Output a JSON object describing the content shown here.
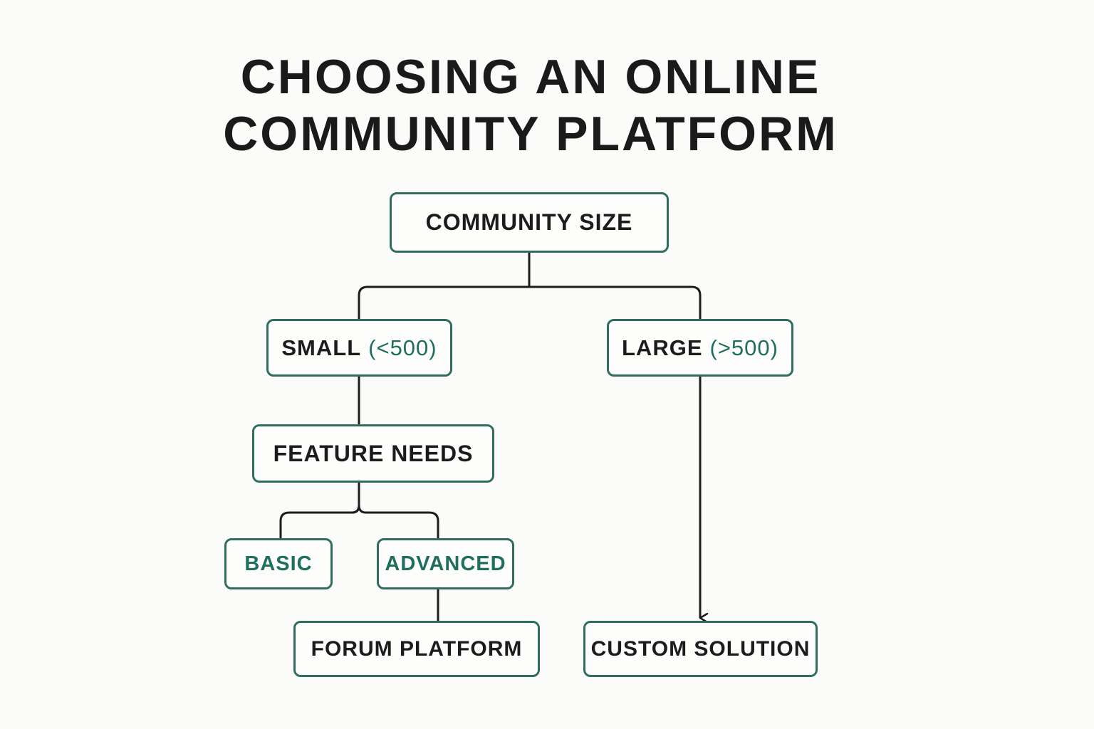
{
  "title": {
    "line1": "CHOOSING AN ONLINE",
    "line2": "COMMUNITY PLATFORM"
  },
  "nodes": {
    "root": "COMMUNITY SIZE",
    "small": {
      "label": "SMALL",
      "qualifier": "(<500)"
    },
    "large": {
      "label": "LARGE",
      "qualifier": "(>500)"
    },
    "feature_needs": "FEATURE NEEDS",
    "basic": "BASIC",
    "advanced": "ADVANCED",
    "forum_platform": "FORUM PLATFORM",
    "custom_solution": "CUSTOM SOLUTION"
  },
  "edges": [
    {
      "from": "root",
      "to": "small"
    },
    {
      "from": "root",
      "to": "large"
    },
    {
      "from": "small",
      "to": "feature_needs"
    },
    {
      "from": "feature_needs",
      "to": "basic"
    },
    {
      "from": "feature_needs",
      "to": "advanced"
    },
    {
      "from": "advanced",
      "to": "forum_platform"
    },
    {
      "from": "large",
      "to": "custom_solution",
      "arrow": true
    }
  ],
  "colors": {
    "border": "#2f6e5f",
    "accent_text": "#1f6f5e",
    "text": "#1c1c1c",
    "line": "#1c1c1c",
    "background": "#fbfbf9"
  }
}
